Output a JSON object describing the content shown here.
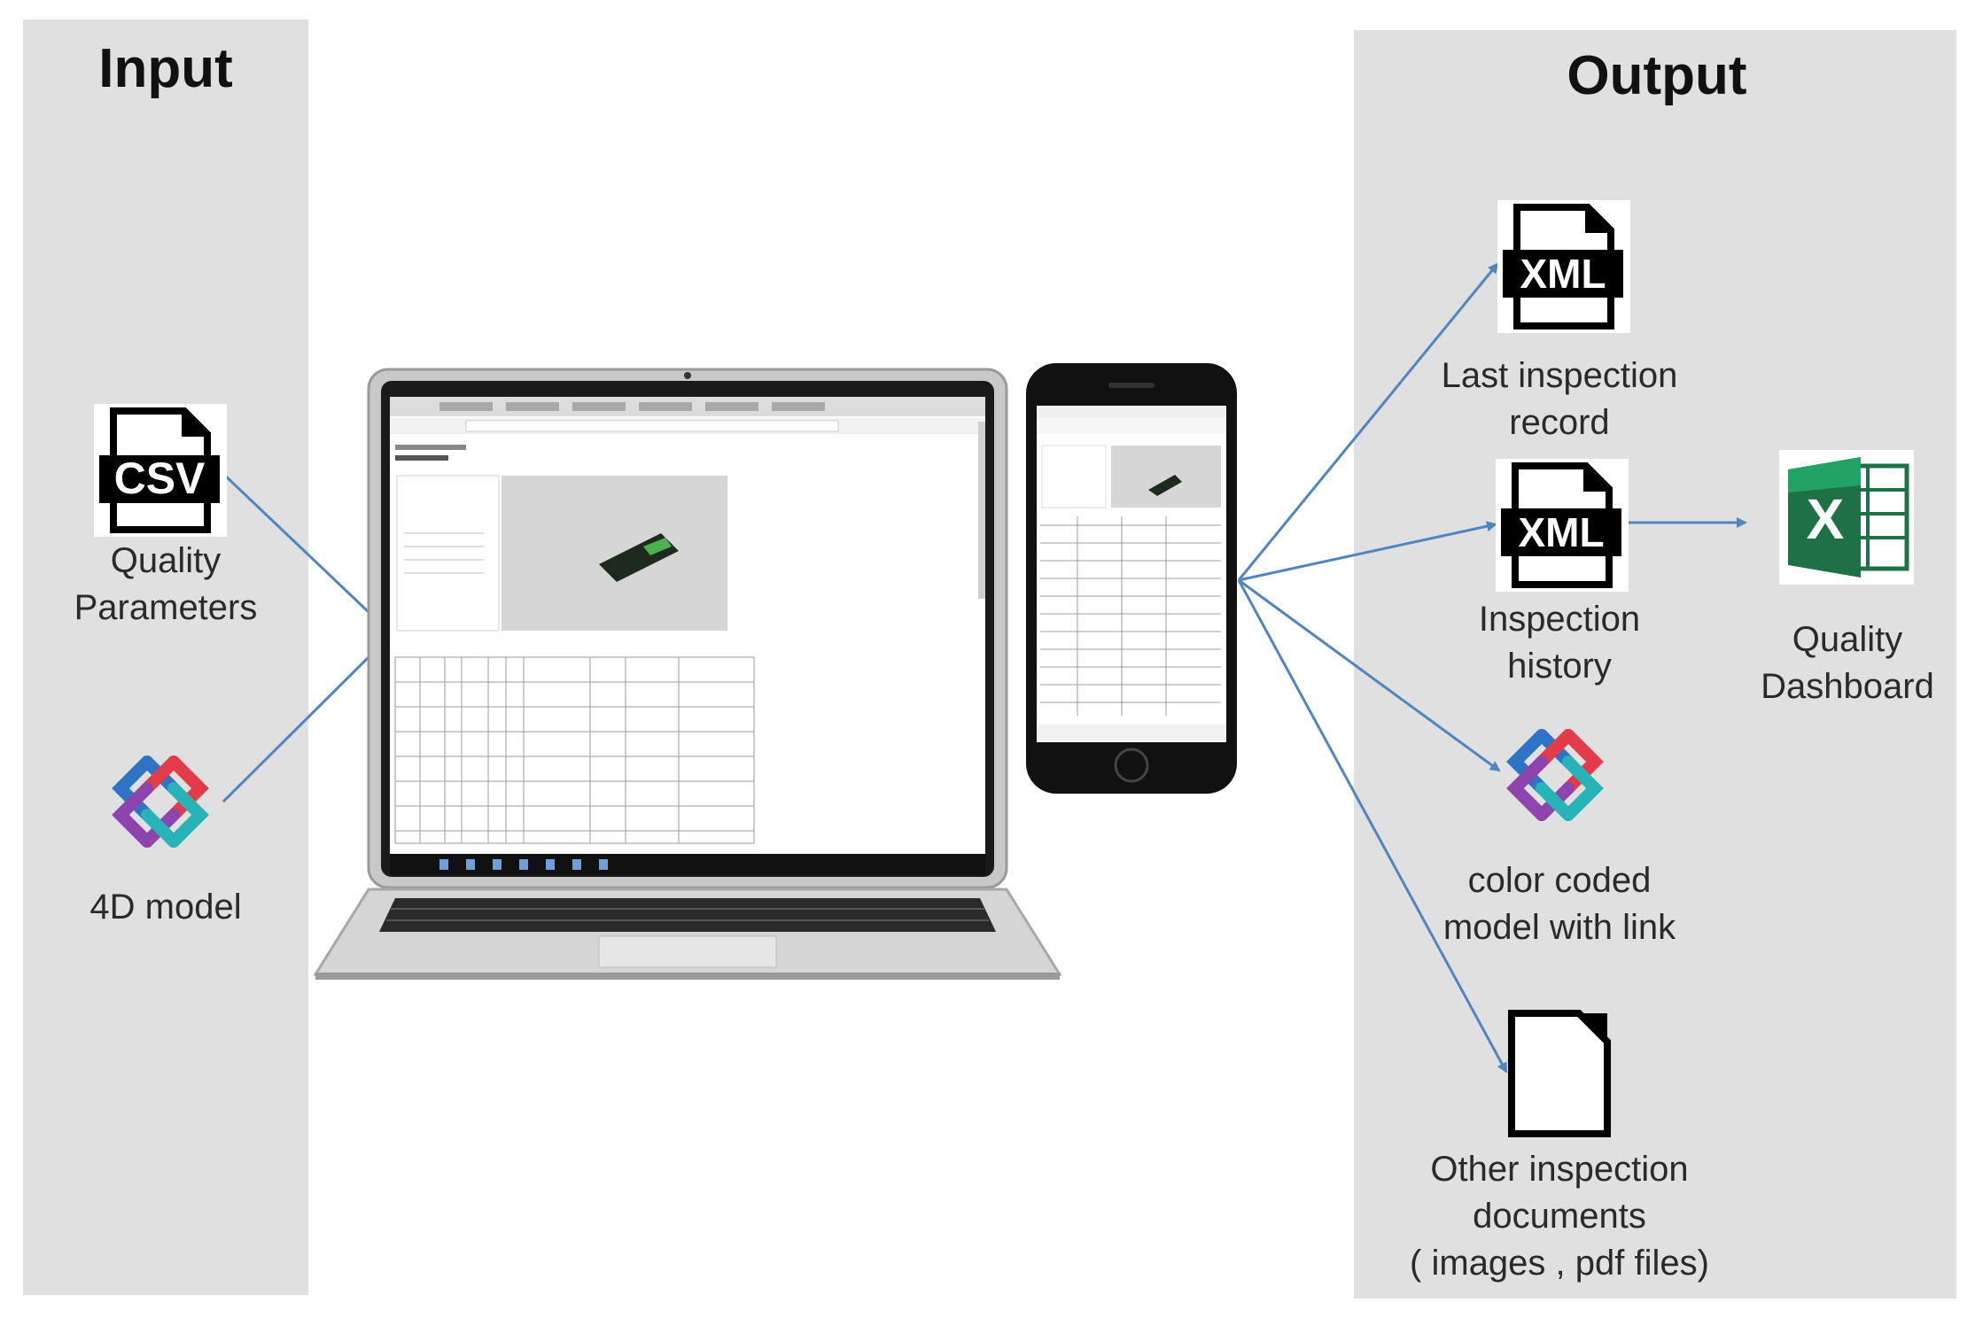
{
  "input": {
    "title": "Input",
    "csv": {
      "badge": "CSV",
      "label_lines": [
        "Quality",
        "Parameters"
      ]
    },
    "model": {
      "label": "4D model"
    }
  },
  "output": {
    "title": "Output",
    "last_record": {
      "badge": "XML",
      "label_lines": [
        "Last inspection",
        "record"
      ]
    },
    "history": {
      "badge": "XML",
      "label_lines": [
        "Inspection",
        "history"
      ]
    },
    "color_model": {
      "label_lines": [
        "color coded",
        "model with link"
      ]
    },
    "other_docs": {
      "label_lines": [
        "Other inspection",
        "documents",
        "( images , pdf files)"
      ]
    },
    "dashboard": {
      "badge": "X",
      "label_lines": [
        "Quality",
        "Dashboard"
      ]
    }
  },
  "colors": {
    "panel": "#e0e0e0",
    "arrow": "#4f86c0",
    "excel_dark": "#1e7145",
    "excel_light": "#21a366",
    "ifc_blue": "#2f73c5",
    "ifc_red": "#e23b4a",
    "ifc_purple": "#8e44ad",
    "ifc_teal": "#27b3b8"
  },
  "icons": [
    "csv-file-icon",
    "ifc-model-icon",
    "xml-file-icon",
    "excel-icon",
    "document-icon",
    "laptop-icon",
    "smartphone-icon"
  ]
}
